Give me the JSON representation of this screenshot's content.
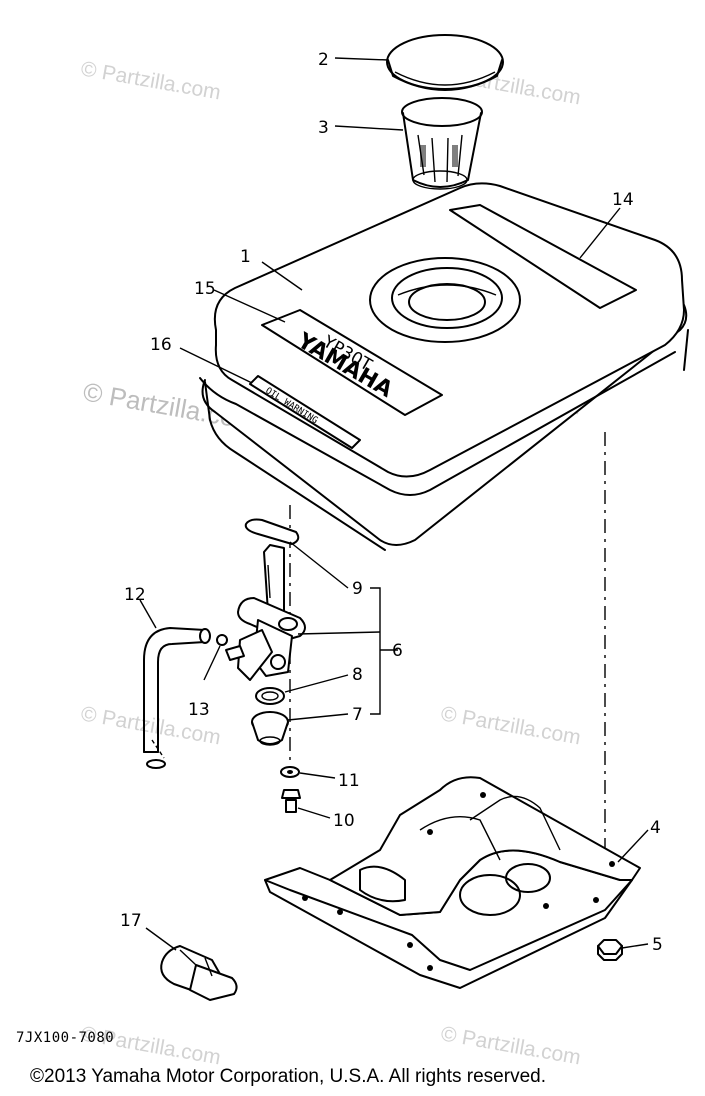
{
  "watermark": {
    "text": "© Partzilla.com",
    "main_text": "© Partzilla.com"
  },
  "tank_labels": {
    "model": "YP30T",
    "brand": "YAMAHA",
    "warning": "OIL WARNING"
  },
  "callouts": [
    {
      "id": "1",
      "label": "1"
    },
    {
      "id": "2",
      "label": "2"
    },
    {
      "id": "3",
      "label": "3"
    },
    {
      "id": "4",
      "label": "4"
    },
    {
      "id": "5",
      "label": "5"
    },
    {
      "id": "6",
      "label": "6"
    },
    {
      "id": "7",
      "label": "7"
    },
    {
      "id": "8",
      "label": "8"
    },
    {
      "id": "9",
      "label": "9"
    },
    {
      "id": "10",
      "label": "10"
    },
    {
      "id": "11",
      "label": "11"
    },
    {
      "id": "12",
      "label": "12"
    },
    {
      "id": "13",
      "label": "13"
    },
    {
      "id": "14",
      "label": "14"
    },
    {
      "id": "15",
      "label": "15"
    },
    {
      "id": "16",
      "label": "16"
    },
    {
      "id": "17",
      "label": "17"
    }
  ],
  "diagram_code": "7JX100-7080",
  "copyright": "©2013  Yamaha Motor Corporation, U.S.A. All rights reserved."
}
